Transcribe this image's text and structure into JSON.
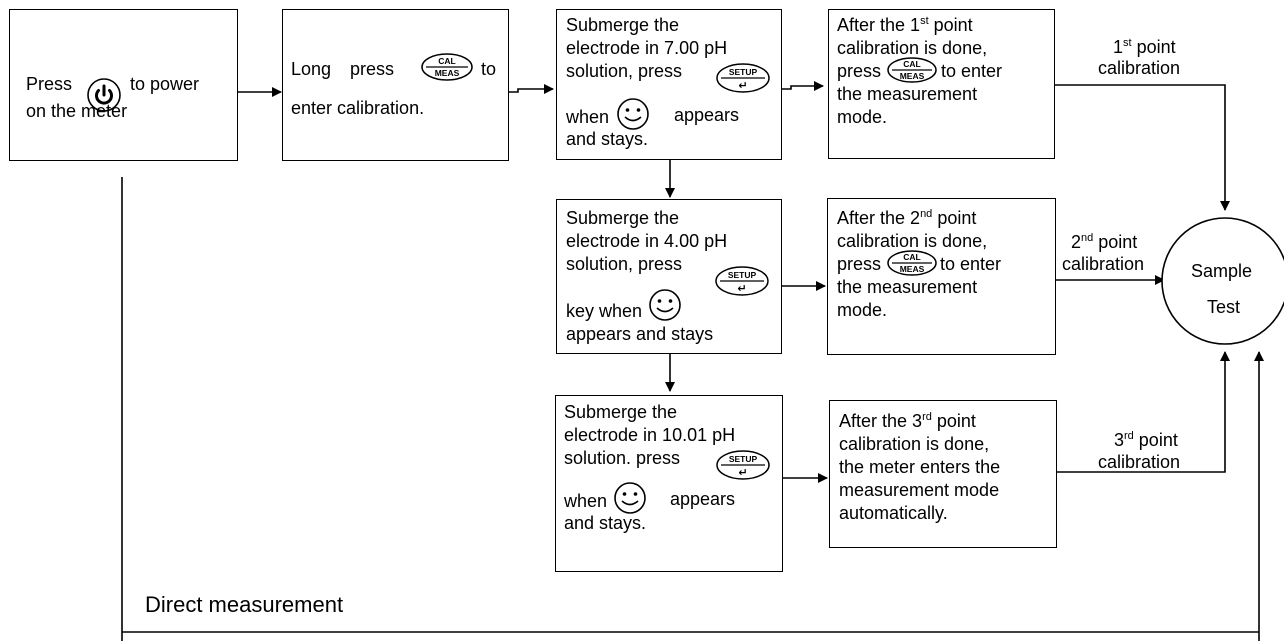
{
  "step_start": {
    "press": "Press",
    "to_power": "to power",
    "on_meter": "on the meter"
  },
  "step_enter_cal": {
    "long_press": "Long press",
    "to": "to",
    "enter_cal": "enter calibration."
  },
  "point1": {
    "submerge": {
      "line1": "Submerge the",
      "line2": "electrode in 7.00 pH",
      "line3": "solution, press",
      "line4a": "when",
      "line4b": "appears",
      "line5": "and stays."
    },
    "done": {
      "line1_pre": "After the 1",
      "line1_sup": "st",
      "line1_post": " point",
      "line2": "calibration is done,",
      "line3a": "press",
      "line3b": "to enter",
      "line4": "the measurement",
      "line5": "mode."
    },
    "edge_label": {
      "num": "1",
      "sup": "st",
      "rest": " point",
      "line2": "calibration"
    }
  },
  "point2": {
    "submerge": {
      "line1": "Submerge the",
      "line2": "electrode in 4.00 pH",
      "line3": "solution, press",
      "line4": "key when",
      "line5": "appears and stays"
    },
    "done": {
      "line1_pre": "After the 2",
      "line1_sup": "nd",
      "line1_post": " point",
      "line2": "calibration is done,",
      "line3a": "press",
      "line3b": "to enter",
      "line4": "the measurement",
      "line5": "mode."
    },
    "edge_label": {
      "num": "2",
      "sup": "nd",
      "rest": " point",
      "line2": "calibration"
    }
  },
  "point3": {
    "submerge": {
      "line1": "Submerge the",
      "line2": "electrode in 10.01 pH",
      "line3": "solution. press",
      "line4a": "when",
      "line4b": "appears",
      "line5": "and stays."
    },
    "done": {
      "line1_pre": "After the 3",
      "line1_sup": "rd",
      "line1_post": " point",
      "line2": "calibration is done,",
      "line3": "the meter enters the",
      "line4": "measurement mode",
      "line5": "automatically."
    },
    "edge_label": {
      "num": "3",
      "sup": "rd",
      "rest": " point",
      "line2": "calibration"
    }
  },
  "sample_test": {
    "line1": "Sample",
    "line2": "Test"
  },
  "direct_measurement": "Direct measurement",
  "keys": {
    "cal_top": "CAL",
    "cal_bottom": "MEAS",
    "setup": "SETUP",
    "enter_glyph": "↵"
  },
  "icons": {
    "power": "power-icon",
    "cal_meas": "cal-meas-key-icon",
    "setup": "setup-key-icon",
    "smiley": "smiley-face-icon"
  }
}
